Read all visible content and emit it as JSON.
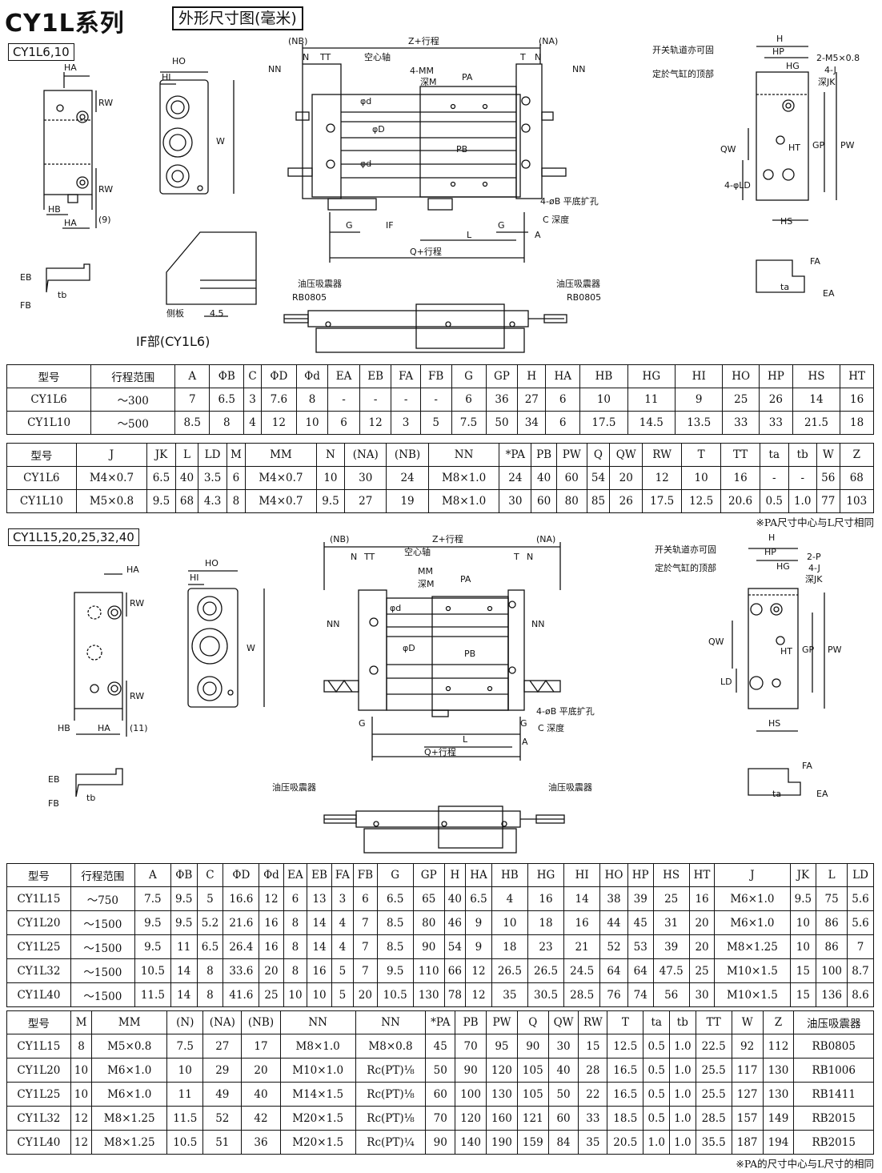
{
  "header": {
    "title": "CY1L系列",
    "subtitle": "外形尺寸图(毫米)"
  },
  "section1": {
    "tag": "CY1L6,10",
    "labels": {
      "ha": "HA",
      "rw": "RW",
      "hb": "HB",
      "paren9": "(9)",
      "ho": "HO",
      "hi": "HI",
      "w": "W",
      "nb": "(NB)",
      "na": "(NA)",
      "n": "N",
      "tt": "TT",
      "t": "T",
      "zstroke": "Z+行程",
      "hollow": "空心轴",
      "nn": "NN",
      "mm4": "4-MM",
      "depth_m": "深M",
      "pa": "PA",
      "pb": "PB",
      "phid": "φd",
      "phiD": "φD",
      "hole": "4-øB 平底扩孔",
      "cdepth": "C 深度",
      "g": "G",
      "if": "IF",
      "l": "L",
      "a": "A",
      "qstroke": "Q+行程",
      "rail_note_1": "开关轨道亦可固",
      "rail_note_2": "定於气缸的顶部",
      "h": "H",
      "hp": "HP",
      "hg": "HG",
      "m5": "2-M5×0.8",
      "j4": "4-J",
      "jk": "深JK",
      "qw": "QW",
      "ht": "HT",
      "gp": "GP",
      "pw": "PW",
      "ld": "4-φLD",
      "hs": "HS",
      "eb": "EB",
      "fb": "FB",
      "tb": "tb",
      "fa": "FA",
      "ta": "ta",
      "ea": "EA",
      "side_plate": "侧板",
      "dim45": "4.5",
      "if_part": "IF部(CY1L6)",
      "absorber": "油压吸震器",
      "rb": "RB0805"
    },
    "table1": {
      "headers": [
        "型号",
        "行程范围",
        "A",
        "ΦB",
        "C",
        "ΦD",
        "Φd",
        "EA",
        "EB",
        "FA",
        "FB",
        "G",
        "GP",
        "H",
        "HA",
        "HB",
        "HG",
        "HI",
        "HO",
        "HP",
        "HS",
        "HT"
      ],
      "rows": [
        [
          "CY1L6",
          "～300",
          "7",
          "6.5",
          "3",
          "7.6",
          "8",
          "-",
          "-",
          "-",
          "-",
          "6",
          "36",
          "27",
          "6",
          "10",
          "11",
          "9",
          "25",
          "26",
          "14",
          "16"
        ],
        [
          "CY1L10",
          "～500",
          "8.5",
          "8",
          "4",
          "12",
          "10",
          "6",
          "12",
          "3",
          "5",
          "7.5",
          "50",
          "34",
          "6",
          "17.5",
          "14.5",
          "13.5",
          "33",
          "33",
          "21.5",
          "18"
        ]
      ]
    },
    "table2": {
      "headers": [
        "型号",
        "J",
        "JK",
        "L",
        "LD",
        "M",
        "MM",
        "N",
        "(NA)",
        "(NB)",
        "NN",
        "*PA",
        "PB",
        "PW",
        "Q",
        "QW",
        "RW",
        "T",
        "TT",
        "ta",
        "tb",
        "W",
        "Z"
      ],
      "rows": [
        [
          "CY1L6",
          "M4×0.7",
          "6.5",
          "40",
          "3.5",
          "6",
          "M4×0.7",
          "10",
          "30",
          "24",
          "M8×1.0",
          "24",
          "40",
          "60",
          "54",
          "20",
          "12",
          "10",
          "16",
          "-",
          "-",
          "56",
          "68"
        ],
        [
          "CY1L10",
          "M5×0.8",
          "9.5",
          "68",
          "4.3",
          "8",
          "M4×0.7",
          "9.5",
          "27",
          "19",
          "M8×1.0",
          "30",
          "60",
          "80",
          "85",
          "26",
          "17.5",
          "12.5",
          "20.6",
          "0.5",
          "1.0",
          "77",
          "103"
        ]
      ]
    },
    "note": "※PA尺寸中心与L尺寸相同"
  },
  "section2": {
    "tag": "CY1L15,20,25,32,40",
    "labels": {
      "ha": "HA",
      "rw": "RW",
      "hb": "HB",
      "paren11": "(11)",
      "ho": "HO",
      "hi": "HI",
      "w": "W",
      "nb": "(NB)",
      "na": "(NA)",
      "n": "N",
      "tt": "TT",
      "t": "T",
      "zstroke": "Z+行程",
      "hollow": "空心轴",
      "mm": "MM",
      "depth_m": "深M",
      "pa": "PA",
      "pb": "PB",
      "nn": "NN",
      "phid": "φd",
      "phiD": "φD",
      "hole": "4-øB 平底扩孔",
      "cdepth": "C 深度",
      "g": "G",
      "l": "L",
      "a": "A",
      "qstroke": "Q+行程",
      "rail_note_1": "开关轨道亦可固",
      "rail_note_2": "定於气缸的顶部",
      "h": "H",
      "hp": "HP",
      "hg": "HG",
      "p2": "2-P",
      "j4": "4-J",
      "jk": "深JK",
      "qw": "QW",
      "ht": "HT",
      "gp": "GP",
      "pw": "PW",
      "ld": "LD",
      "hs": "HS",
      "eb": "EB",
      "fb": "FB",
      "tb": "tb",
      "fa": "FA",
      "ta": "ta",
      "ea": "EA",
      "absorber": "油压吸震器"
    },
    "table3": {
      "headers": [
        "型号",
        "行程范围",
        "A",
        "ΦB",
        "C",
        "ΦD",
        "Φd",
        "EA",
        "EB",
        "FA",
        "FB",
        "G",
        "GP",
        "H",
        "HA",
        "HB",
        "HG",
        "HI",
        "HO",
        "HP",
        "HS",
        "HT",
        "J",
        "JK",
        "L",
        "LD"
      ],
      "rows": [
        [
          "CY1L15",
          "～750",
          "7.5",
          "9.5",
          "5",
          "16.6",
          "12",
          "6",
          "13",
          "3",
          "6",
          "6.5",
          "65",
          "40",
          "6.5",
          "4",
          "16",
          "14",
          "38",
          "39",
          "25",
          "16",
          "M6×1.0",
          "9.5",
          "75",
          "5.6"
        ],
        [
          "CY1L20",
          "～1500",
          "9.5",
          "9.5",
          "5.2",
          "21.6",
          "16",
          "8",
          "14",
          "4",
          "7",
          "8.5",
          "80",
          "46",
          "9",
          "10",
          "18",
          "16",
          "44",
          "45",
          "31",
          "20",
          "M6×1.0",
          "10",
          "86",
          "5.6"
        ],
        [
          "CY1L25",
          "～1500",
          "9.5",
          "11",
          "6.5",
          "26.4",
          "16",
          "8",
          "14",
          "4",
          "7",
          "8.5",
          "90",
          "54",
          "9",
          "18",
          "23",
          "21",
          "52",
          "53",
          "39",
          "20",
          "M8×1.25",
          "10",
          "86",
          "7"
        ],
        [
          "CY1L32",
          "～1500",
          "10.5",
          "14",
          "8",
          "33.6",
          "20",
          "8",
          "16",
          "5",
          "7",
          "9.5",
          "110",
          "66",
          "12",
          "26.5",
          "26.5",
          "24.5",
          "64",
          "64",
          "47.5",
          "25",
          "M10×1.5",
          "15",
          "100",
          "8.7"
        ],
        [
          "CY1L40",
          "～1500",
          "11.5",
          "14",
          "8",
          "41.6",
          "25",
          "10",
          "10",
          "5",
          "20",
          "10.5",
          "130",
          "78",
          "12",
          "35",
          "30.5",
          "28.5",
          "76",
          "74",
          "56",
          "30",
          "M10×1.5",
          "15",
          "136",
          "8.6"
        ]
      ]
    },
    "table4": {
      "headers": [
        "型号",
        "M",
        "MM",
        "(N)",
        "(NA)",
        "(NB)",
        "NN",
        "NN",
        "*PA",
        "PB",
        "PW",
        "Q",
        "QW",
        "RW",
        "T",
        "ta",
        "tb",
        "TT",
        "W",
        "Z",
        "油压吸震器"
      ],
      "rows": [
        [
          "CY1L15",
          "8",
          "M5×0.8",
          "7.5",
          "27",
          "17",
          "M8×1.0",
          "M8×0.8",
          "45",
          "70",
          "95",
          "90",
          "30",
          "15",
          "12.5",
          "0.5",
          "1.0",
          "22.5",
          "92",
          "112",
          "RB0805"
        ],
        [
          "CY1L20",
          "10",
          "M6×1.0",
          "10",
          "29",
          "20",
          "M10×1.0",
          "Rc(PT)⅛",
          "50",
          "90",
          "120",
          "105",
          "40",
          "28",
          "16.5",
          "0.5",
          "1.0",
          "25.5",
          "117",
          "130",
          "RB1006"
        ],
        [
          "CY1L25",
          "10",
          "M6×1.0",
          "11",
          "49",
          "40",
          "M14×1.5",
          "Rc(PT)⅛",
          "60",
          "100",
          "130",
          "105",
          "50",
          "22",
          "16.5",
          "0.5",
          "1.0",
          "25.5",
          "127",
          "130",
          "RB1411"
        ],
        [
          "CY1L32",
          "12",
          "M8×1.25",
          "11.5",
          "52",
          "42",
          "M20×1.5",
          "Rc(PT)⅛",
          "70",
          "120",
          "160",
          "121",
          "60",
          "33",
          "18.5",
          "0.5",
          "1.0",
          "28.5",
          "157",
          "149",
          "RB2015"
        ],
        [
          "CY1L40",
          "12",
          "M8×1.25",
          "10.5",
          "51",
          "36",
          "M20×1.5",
          "Rc(PT)¼",
          "90",
          "140",
          "190",
          "159",
          "84",
          "35",
          "20.5",
          "1.0",
          "1.0",
          "35.5",
          "187",
          "194",
          "RB2015"
        ]
      ]
    },
    "note": "※PA的尺寸中心与L尺寸的相同"
  }
}
